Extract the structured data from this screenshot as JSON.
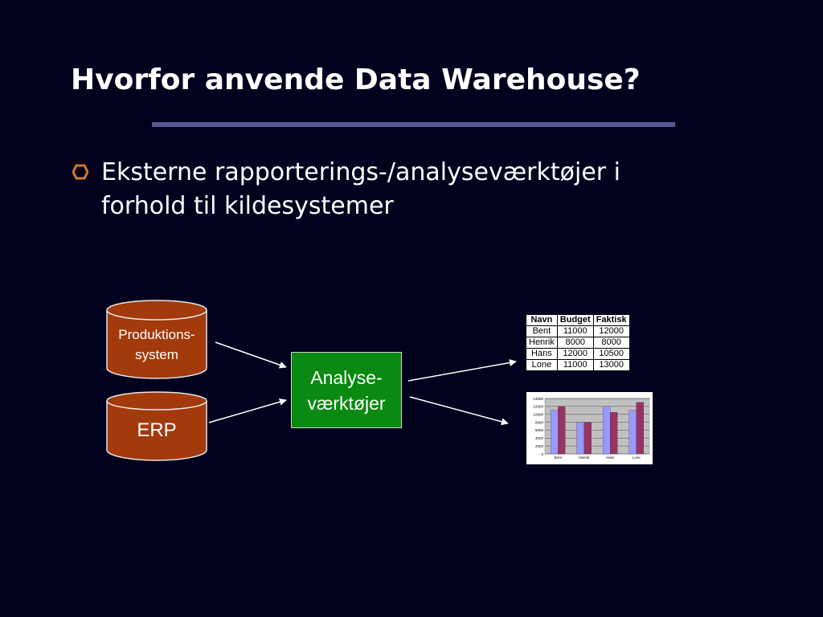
{
  "slide": {
    "title": "Hvorfor anvende Data Warehouse?",
    "bullet": "Eksterne rapporterings-/analyseværktøjer i forhold til kildesystemer"
  },
  "diagram": {
    "sources": [
      {
        "label_lines": [
          "Produktions-",
          "system"
        ]
      },
      {
        "label_lines": [
          "ERP"
        ]
      }
    ],
    "tool_lines": [
      "Analyse-",
      "værktøjer"
    ],
    "colors": {
      "cylinder": "#a33a0c",
      "tool": "#0a8a10",
      "bar_budget": "#9999ff",
      "bar_faktisk": "#993366",
      "background": "#02021f",
      "rule": "#5a5a96"
    }
  },
  "table": {
    "headers": [
      "Navn",
      "Budget",
      "Faktisk"
    ],
    "rows": [
      [
        "Bent",
        "11000",
        "12000"
      ],
      [
        "Henrik",
        "8000",
        "8000"
      ],
      [
        "Hans",
        "12000",
        "10500"
      ],
      [
        "Lone",
        "11000",
        "13000"
      ]
    ]
  },
  "chart_data": {
    "type": "bar",
    "categories": [
      "Bent",
      "Henrik",
      "Hans",
      "Lone"
    ],
    "series": [
      {
        "values": [
          11000,
          8000,
          12000,
          11000
        ]
      },
      {
        "values": [
          12000,
          8000,
          10500,
          13000
        ]
      }
    ],
    "ylim": [
      0,
      14000
    ],
    "yticks": [
      "0",
      "2000",
      "4000",
      "6000",
      "8000",
      "10000",
      "12000",
      "14000"
    ],
    "grid": true,
    "title": "",
    "xlabel": "",
    "ylabel": ""
  }
}
